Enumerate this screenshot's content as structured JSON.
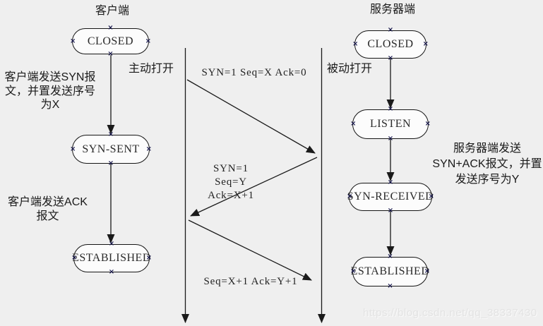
{
  "icons": {
    "handle_glyph": "×"
  },
  "client": {
    "title": "客户端",
    "states": {
      "closed": "CLOSED",
      "syn_sent": "SYN-SENT",
      "established": "ESTABLISHED"
    },
    "annotations": {
      "open": "主动打开",
      "syn_line1": "客户端发送SYN报",
      "syn_line2": "文，并置发送序号",
      "syn_line3": "为X",
      "ack_line1": "客户端发送ACK",
      "ack_line2": "报文"
    }
  },
  "server": {
    "title": "服务器端",
    "states": {
      "closed": "CLOSED",
      "listen": "LISTEN",
      "syn_received": "SYN-RECEIVED",
      "established": "ESTABLISHED"
    },
    "annotations": {
      "open": "被动打开",
      "synack_line1": "服务器端发送",
      "synack_line2": "SYN+ACK报文，并置",
      "synack_line3": "发送序号为Y"
    }
  },
  "messages": {
    "syn": "SYN=1 Seq=X Ack=0",
    "synack_line1": "SYN=1 Seq=Y",
    "synack_line2": "Ack=X+1",
    "ack": "Seq=X+1 Ack=Y+1"
  },
  "watermark": "https://blog.csdn.net/qq_38337430",
  "colors": {
    "background": "#efefef",
    "node_fill": "#fcfcfc",
    "line": "#1a1a1a",
    "handle": "#15154a",
    "watermark": "#e3e3e3"
  }
}
